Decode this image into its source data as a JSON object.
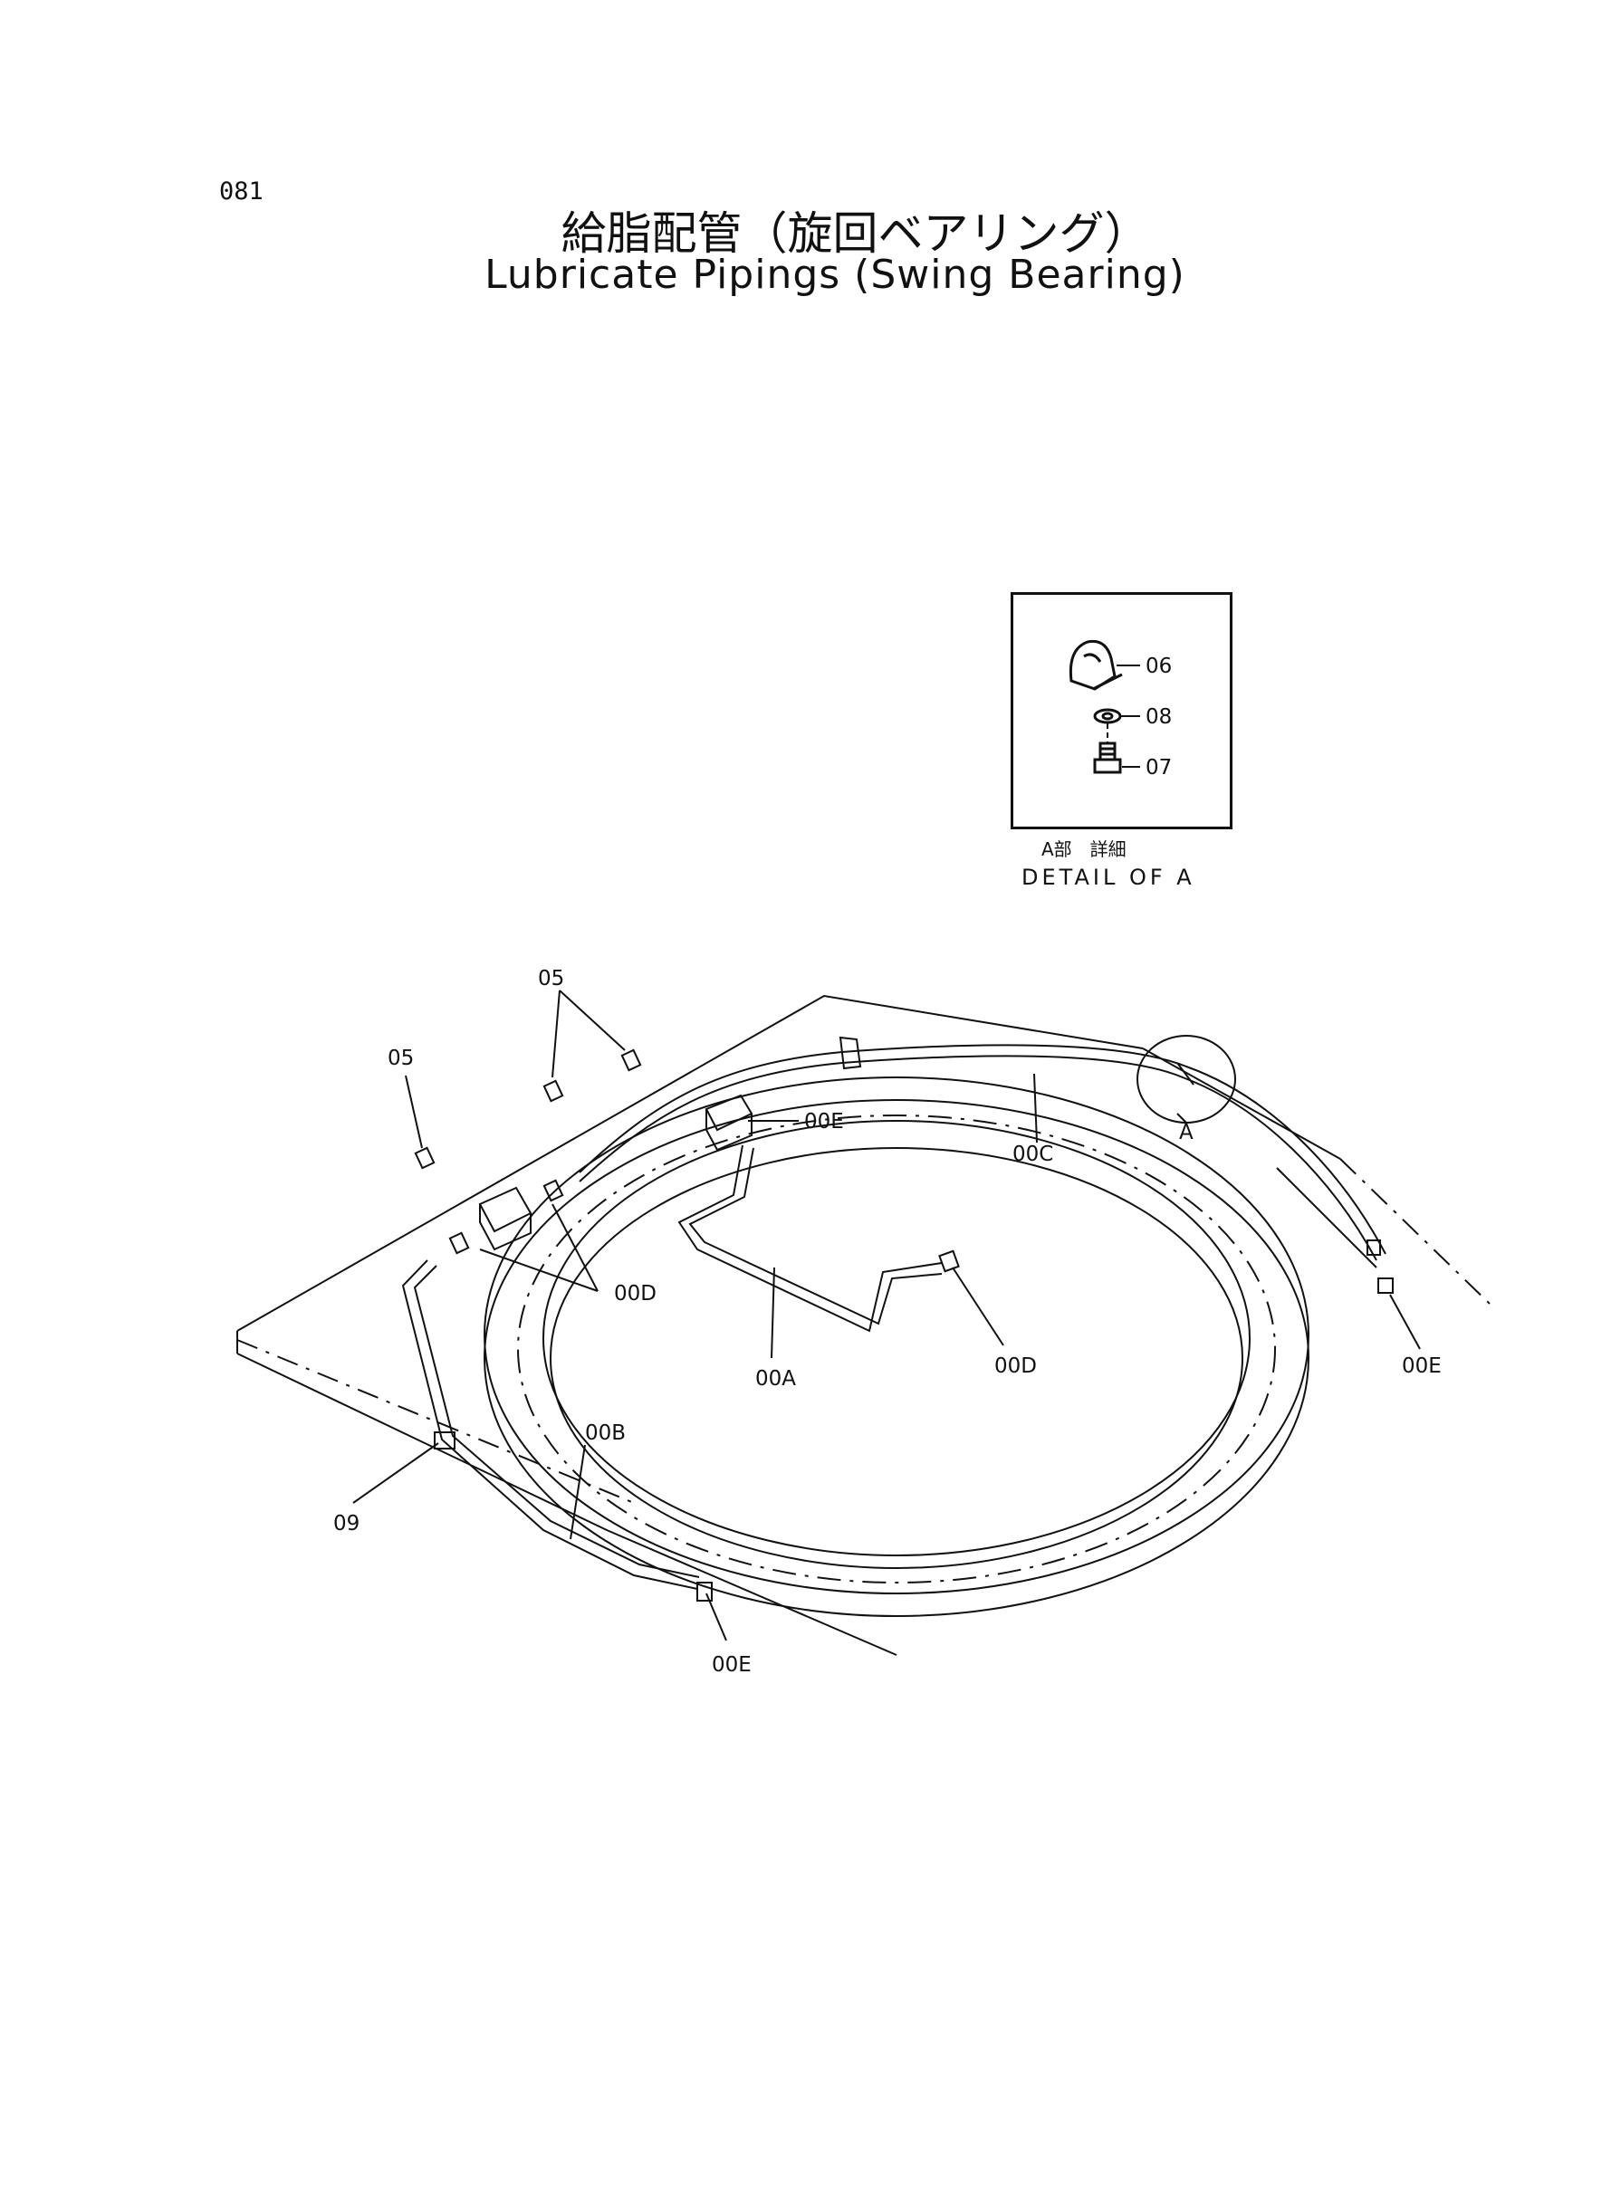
{
  "page": {
    "number": "081",
    "title_jp": "給脂配管（旋回ベアリング）",
    "title_en": "Lubricate Pipings (Swing Bearing)"
  },
  "detail": {
    "caption_jp": "A部　詳細",
    "caption_en": "DETAIL OF A",
    "labels": [
      "06",
      "08",
      "07"
    ]
  },
  "callouts": {
    "c05_top": "05",
    "c05_left": "05",
    "c00E_top": "00E",
    "c00C": "00C",
    "cA": "A",
    "c00D_left": "00D",
    "c00A": "00A",
    "c00D_right": "00D",
    "c00E_right": "00E",
    "c00B": "00B",
    "c09": "09",
    "c00E_bottom": "00E"
  }
}
